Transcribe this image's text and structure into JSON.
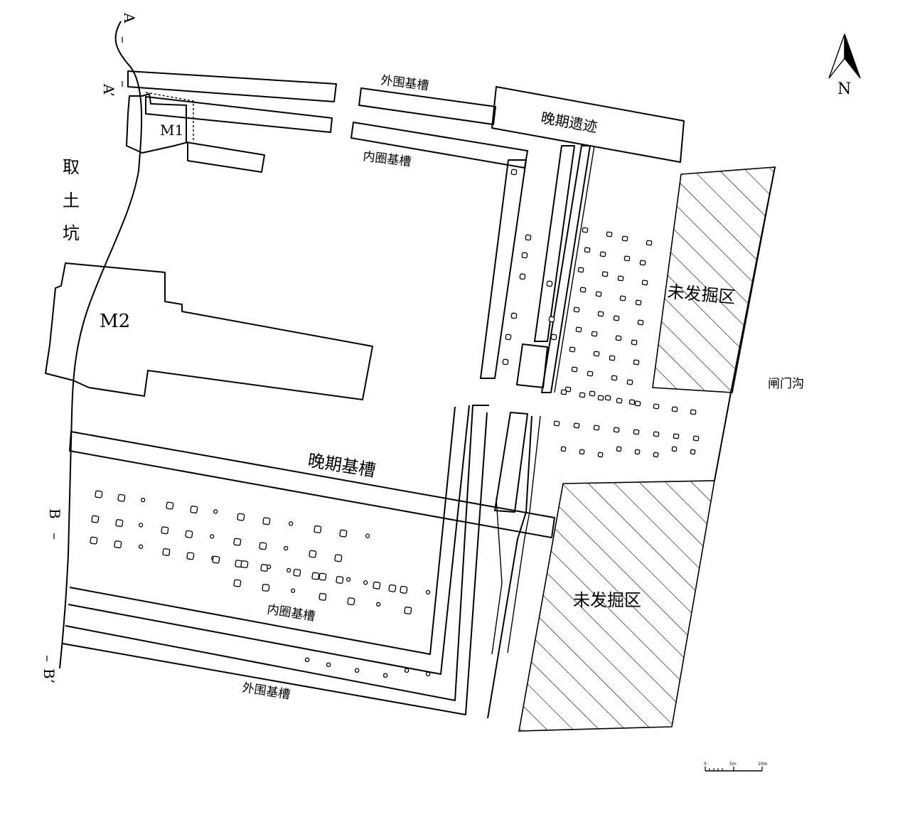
{
  "labels": {
    "outer_trench_top": "外围基槽",
    "inner_trench_top": "内圈基槽",
    "late_remains": "晚期遗迹",
    "borrow_pit": [
      "取",
      "土",
      "坑"
    ],
    "tomb_m1": "M1",
    "tomb_m2": "M2",
    "late_trench": "晚期基槽",
    "inner_trench_bottom": "内圈基槽",
    "outer_trench_bottom": "外围基槽",
    "unexcavated_upper": "未发掘区",
    "unexcavated_lower": "未发掘区",
    "gate_ditch": "闸门沟",
    "section_a": "A",
    "section_a_prime": "A’",
    "section_b": "B",
    "section_b_prime": "B’"
  },
  "north_arrow": {
    "label": "N",
    "icon": "north-arrow-icon"
  },
  "scale_bar": {
    "ticks": [
      "0",
      "5m",
      "10m"
    ]
  },
  "colors": {
    "line": "#000000",
    "background": "#ffffff"
  }
}
